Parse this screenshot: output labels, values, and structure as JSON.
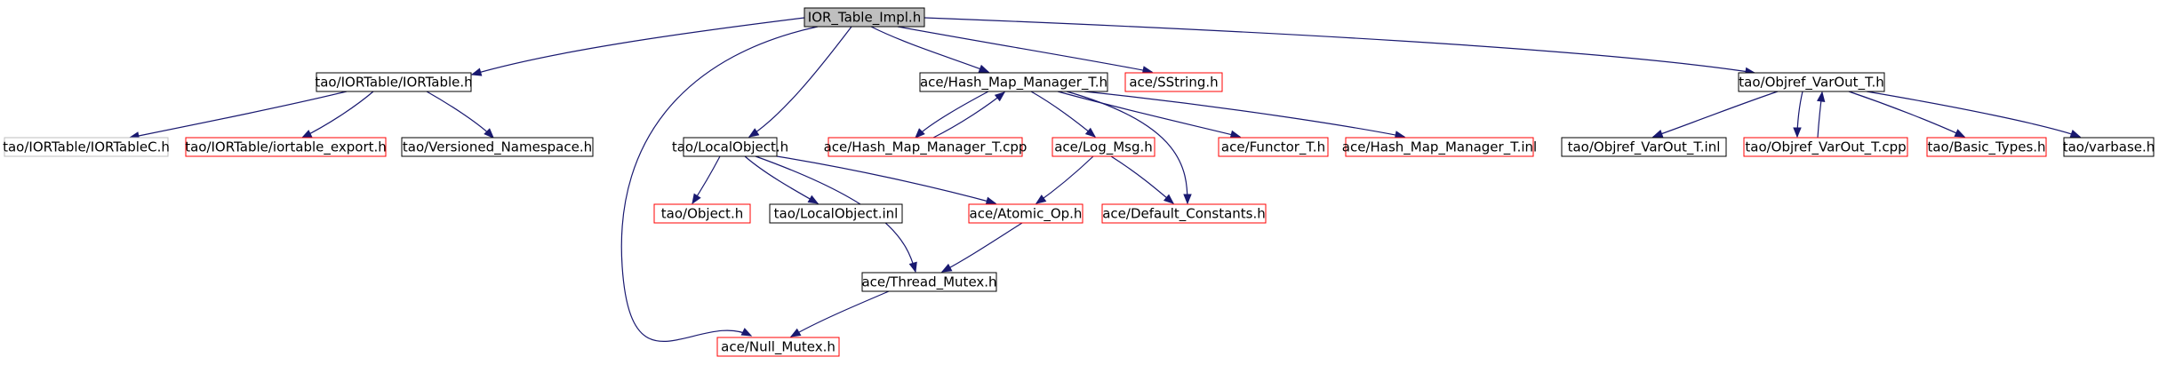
{
  "colors": {
    "edge": "#191970",
    "border_documented": "#000000",
    "border_undocumented": "#ff0000",
    "border_external": "#bfbfbf",
    "root_fill": "#bfbfbf",
    "default_fill": "#ffffff"
  },
  "nodes": [
    {
      "id": "root",
      "label": "IOR_Table_Impl.h",
      "kind": "root"
    },
    {
      "id": "iortable",
      "label": "tao/IORTable/IORTable.h",
      "kind": "documented"
    },
    {
      "id": "localobject_h",
      "label": "tao/LocalObject.h",
      "kind": "documented"
    },
    {
      "id": "null_mutex",
      "label": "ace/Null_Mutex.h",
      "kind": "undocumented"
    },
    {
      "id": "hashmap_h",
      "label": "ace/Hash_Map_Manager_T.h",
      "kind": "documented"
    },
    {
      "id": "sstring",
      "label": "ace/SString.h",
      "kind": "undocumented"
    },
    {
      "id": "objref_h",
      "label": "tao/Objref_VarOut_T.h",
      "kind": "documented"
    },
    {
      "id": "iortablec",
      "label": "tao/IORTable/IORTableC.h",
      "kind": "external"
    },
    {
      "id": "iortable_export",
      "label": "tao/IORTable/iortable_export.h",
      "kind": "undocumented"
    },
    {
      "id": "versioned_ns",
      "label": "tao/Versioned_Namespace.h",
      "kind": "documented"
    },
    {
      "id": "hashmap_cpp",
      "label": "ace/Hash_Map_Manager_T.cpp",
      "kind": "undocumented"
    },
    {
      "id": "log_msg",
      "label": "ace/Log_Msg.h",
      "kind": "undocumented"
    },
    {
      "id": "functor",
      "label": "ace/Functor_T.h",
      "kind": "undocumented"
    },
    {
      "id": "hashmap_inl",
      "label": "ace/Hash_Map_Manager_T.inl",
      "kind": "undocumented"
    },
    {
      "id": "object_h",
      "label": "tao/Object.h",
      "kind": "undocumented"
    },
    {
      "id": "localobject_inl",
      "label": "tao/LocalObject.inl",
      "kind": "documented"
    },
    {
      "id": "atomic_op",
      "label": "ace/Atomic_Op.h",
      "kind": "undocumented"
    },
    {
      "id": "default_constants",
      "label": "ace/Default_Constants.h",
      "kind": "undocumented"
    },
    {
      "id": "thread_mutex",
      "label": "ace/Thread_Mutex.h",
      "kind": "documented"
    },
    {
      "id": "objref_inl",
      "label": "tao/Objref_VarOut_T.inl",
      "kind": "documented"
    },
    {
      "id": "objref_cpp",
      "label": "tao/Objref_VarOut_T.cpp",
      "kind": "undocumented"
    },
    {
      "id": "basic_types",
      "label": "tao/Basic_Types.h",
      "kind": "undocumented"
    },
    {
      "id": "varbase",
      "label": "tao/varbase.h",
      "kind": "documented"
    }
  ],
  "edges": [
    {
      "from": "root",
      "to": "iortable"
    },
    {
      "from": "root",
      "to": "localobject_h"
    },
    {
      "from": "root",
      "to": "null_mutex"
    },
    {
      "from": "root",
      "to": "hashmap_h"
    },
    {
      "from": "root",
      "to": "sstring"
    },
    {
      "from": "root",
      "to": "objref_h"
    },
    {
      "from": "iortable",
      "to": "iortablec"
    },
    {
      "from": "iortable",
      "to": "iortable_export"
    },
    {
      "from": "iortable",
      "to": "versioned_ns"
    },
    {
      "from": "localobject_h",
      "to": "object_h"
    },
    {
      "from": "localobject_h",
      "to": "localobject_inl"
    },
    {
      "from": "localobject_h",
      "to": "atomic_op"
    },
    {
      "from": "localobject_h",
      "to": "thread_mutex"
    },
    {
      "from": "hashmap_h",
      "to": "hashmap_cpp"
    },
    {
      "from": "hashmap_cpp",
      "to": "hashmap_h"
    },
    {
      "from": "hashmap_h",
      "to": "log_msg"
    },
    {
      "from": "hashmap_h",
      "to": "functor"
    },
    {
      "from": "hashmap_h",
      "to": "hashmap_inl"
    },
    {
      "from": "hashmap_h",
      "to": "default_constants"
    },
    {
      "from": "log_msg",
      "to": "atomic_op"
    },
    {
      "from": "log_msg",
      "to": "default_constants"
    },
    {
      "from": "atomic_op",
      "to": "thread_mutex"
    },
    {
      "from": "thread_mutex",
      "to": "null_mutex"
    },
    {
      "from": "objref_h",
      "to": "objref_inl"
    },
    {
      "from": "objref_h",
      "to": "objref_cpp"
    },
    {
      "from": "objref_cpp",
      "to": "objref_h"
    },
    {
      "from": "objref_h",
      "to": "basic_types"
    },
    {
      "from": "objref_h",
      "to": "varbase"
    }
  ]
}
